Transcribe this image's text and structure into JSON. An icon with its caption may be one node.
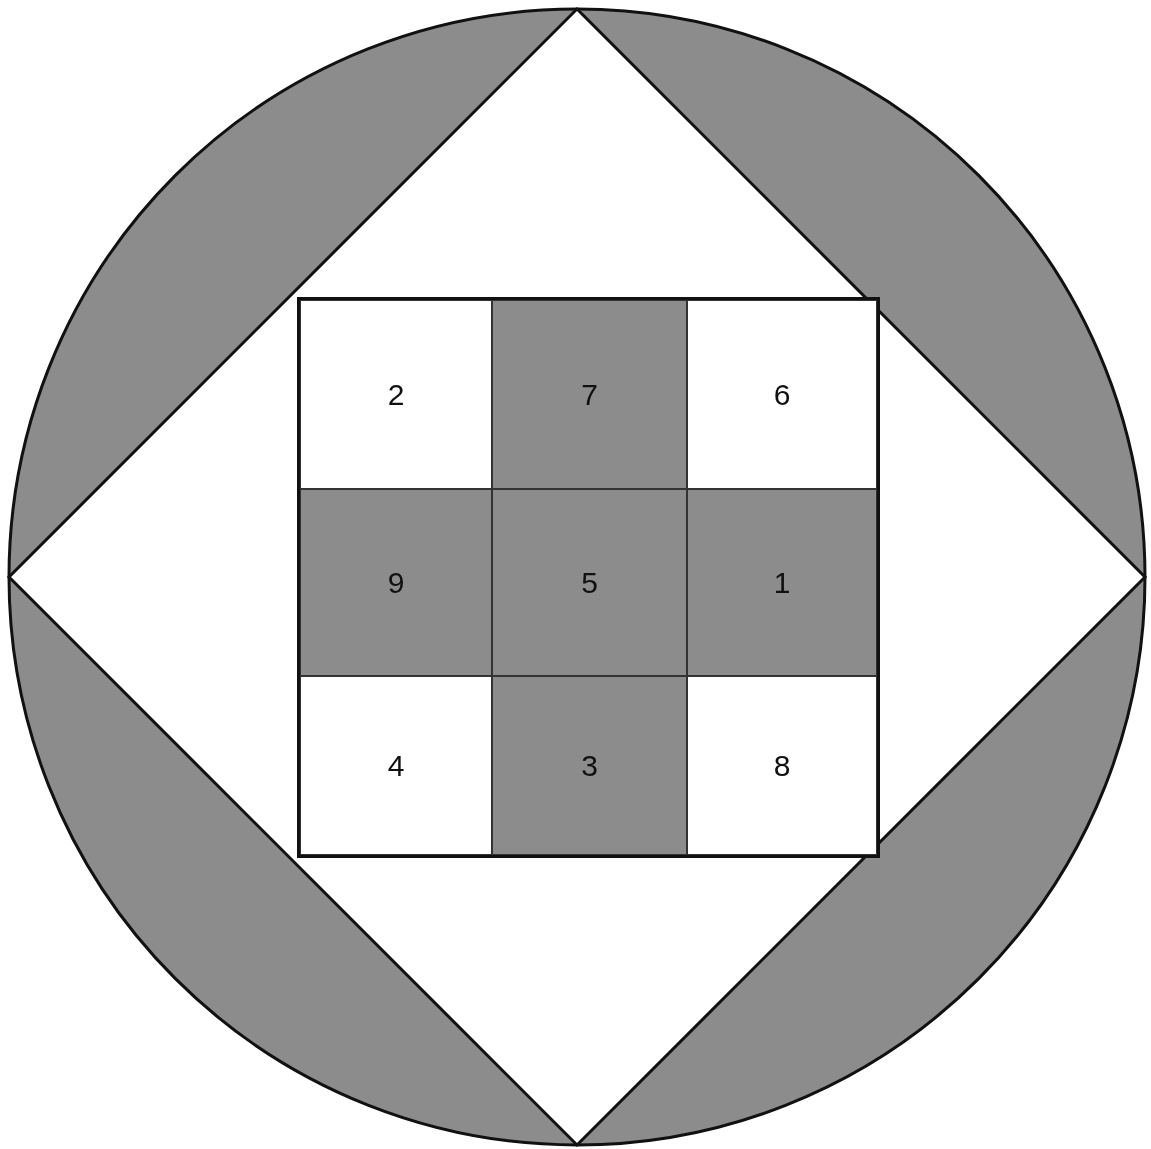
{
  "diagram": {
    "nodes": [
      {
        "text": [
          "2"
        ]
      },
      {
        "text": [
          "7"
        ]
      },
      {
        "text": [
          "6"
        ]
      },
      {
        "text": [
          "9"
        ]
      },
      {
        "text": [
          "5"
        ]
      },
      {
        "text": [
          "1"
        ]
      },
      {
        "text": [
          "4"
        ]
      },
      {
        "text": [
          "3"
        ]
      },
      {
        "text": [
          "8"
        ]
      }
    ]
  }
}
